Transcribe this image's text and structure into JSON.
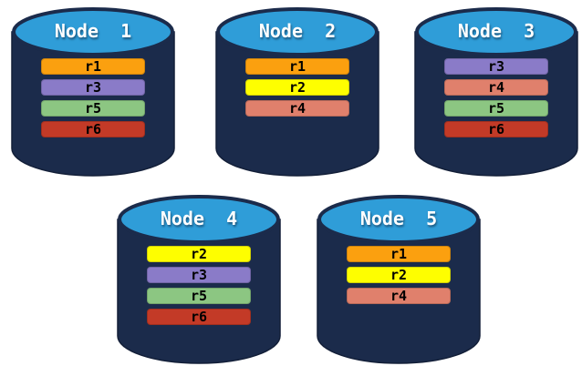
{
  "palette": {
    "background": "#FFFFFF",
    "cylinder_body": "#1B2B4B",
    "cylinder_top": "#2F9DD8",
    "cylinder_outline": "#131F38",
    "node_title_color": "#FFFFFF",
    "bar_label_color": "#000000",
    "replica_colors": {
      "r1": "#FBA00F",
      "r2": "#FEFE00",
      "r3": "#8A7BC8",
      "r4": "#E0806C",
      "r5": "#8CC682",
      "r6": "#C33A27"
    }
  },
  "nodes": [
    {
      "title": "Node  1",
      "replicas": [
        {
          "label": "r1",
          "color": "#FBA00F"
        },
        {
          "label": "r3",
          "color": "#8A7BC8"
        },
        {
          "label": "r5",
          "color": "#8CC682"
        },
        {
          "label": "r6",
          "color": "#C33A27"
        }
      ]
    },
    {
      "title": "Node  2",
      "replicas": [
        {
          "label": "r1",
          "color": "#FBA00F"
        },
        {
          "label": "r2",
          "color": "#FEFE00"
        },
        {
          "label": "r4",
          "color": "#E0806C"
        }
      ]
    },
    {
      "title": "Node  3",
      "replicas": [
        {
          "label": "r3",
          "color": "#8A7BC8"
        },
        {
          "label": "r4",
          "color": "#E0806C"
        },
        {
          "label": "r5",
          "color": "#8CC682"
        },
        {
          "label": "r6",
          "color": "#C33A27"
        }
      ]
    },
    {
      "title": "Node  4",
      "replicas": [
        {
          "label": "r2",
          "color": "#FEFE00"
        },
        {
          "label": "r3",
          "color": "#8A7BC8"
        },
        {
          "label": "r5",
          "color": "#8CC682"
        },
        {
          "label": "r6",
          "color": "#C33A27"
        }
      ]
    },
    {
      "title": "Node  5",
      "replicas": [
        {
          "label": "r1",
          "color": "#FBA00F"
        },
        {
          "label": "r2",
          "color": "#FEFE00"
        },
        {
          "label": "r4",
          "color": "#E0806C"
        }
      ]
    }
  ]
}
